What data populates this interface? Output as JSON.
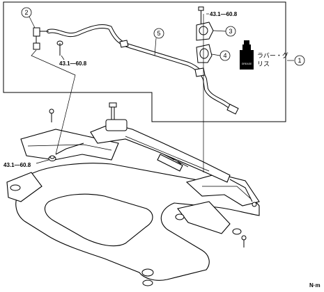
{
  "callouts": {
    "c1": "1",
    "c2": "2",
    "c3": "3",
    "c4": "4",
    "c5": "5"
  },
  "torque": {
    "top_bolt": "43.1—60.8",
    "link_top": "43.1—60.8",
    "link_bottom": "43.1—60.8"
  },
  "grease": {
    "line1": "ラバー・グ",
    "line2": "リス",
    "can_label": "GREASE"
  },
  "units": "N·m"
}
